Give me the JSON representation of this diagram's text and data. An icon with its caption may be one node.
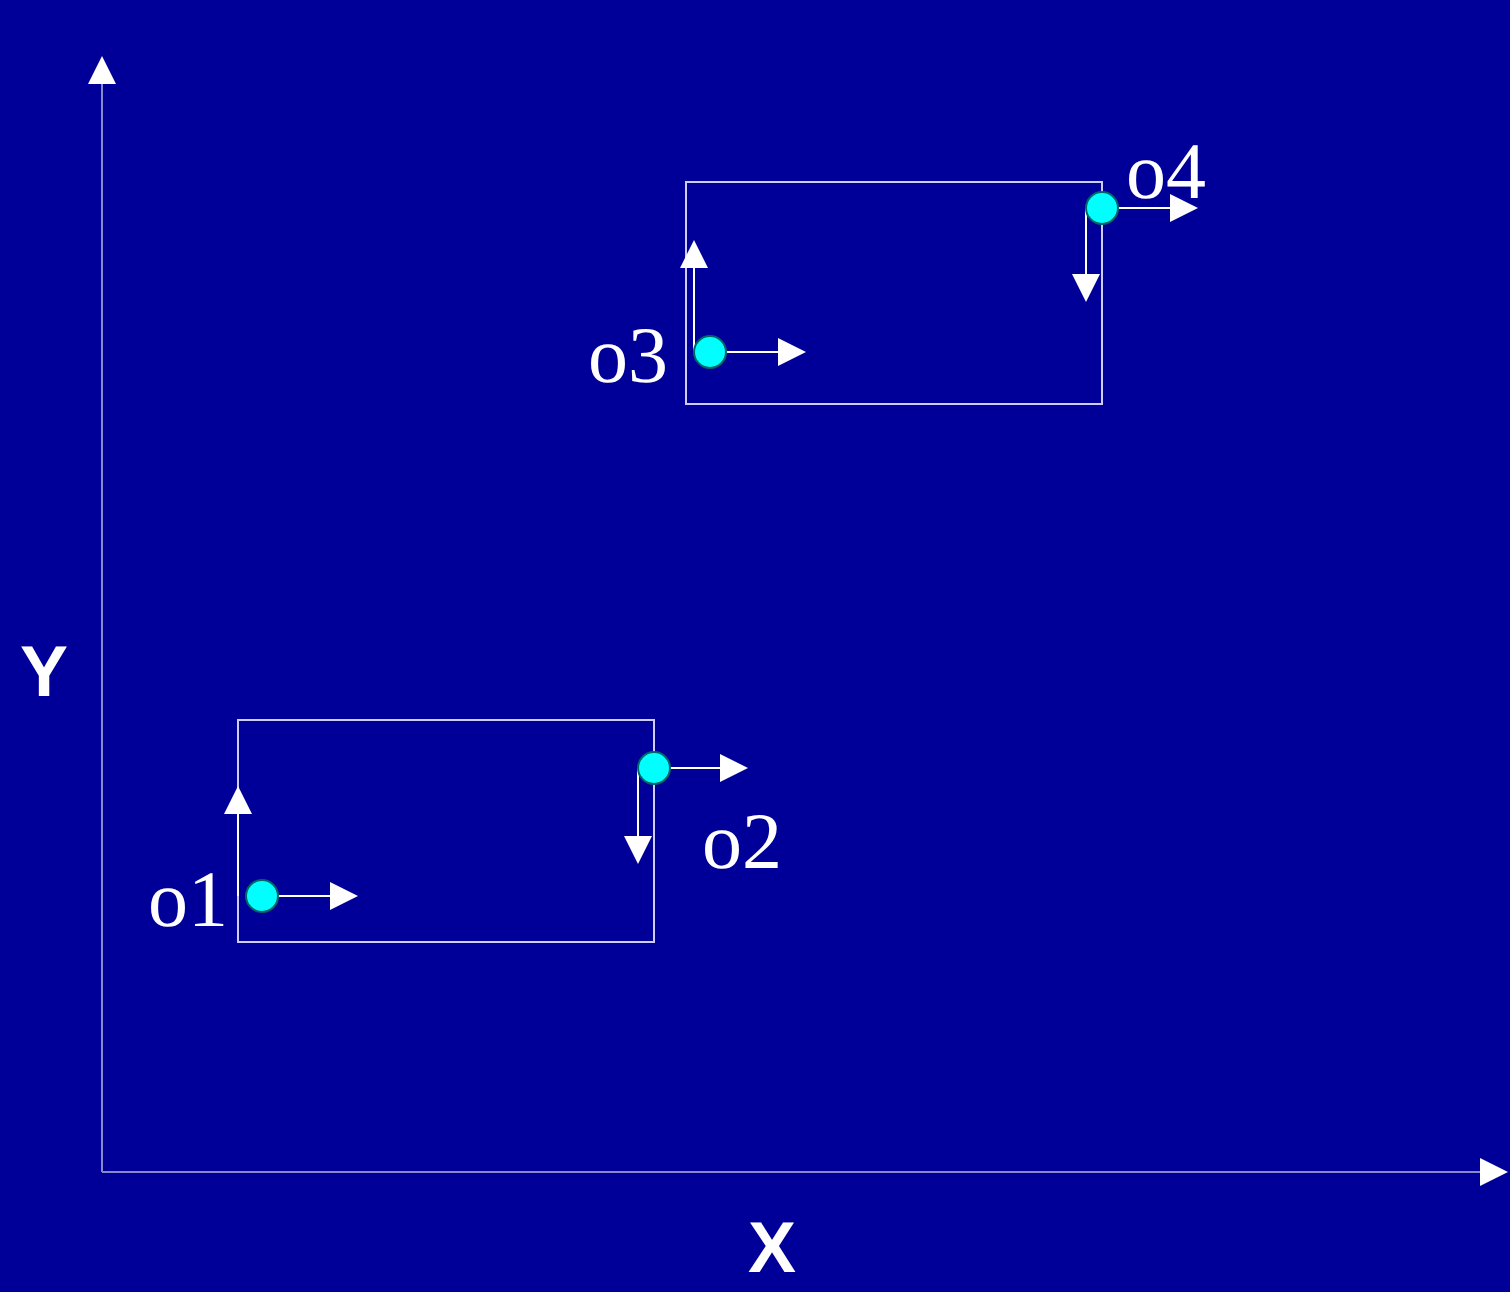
{
  "diagram": {
    "labels": [
      "o4",
      "o3",
      "Y",
      "o2",
      "o1",
      "X"
    ]
  }
}
